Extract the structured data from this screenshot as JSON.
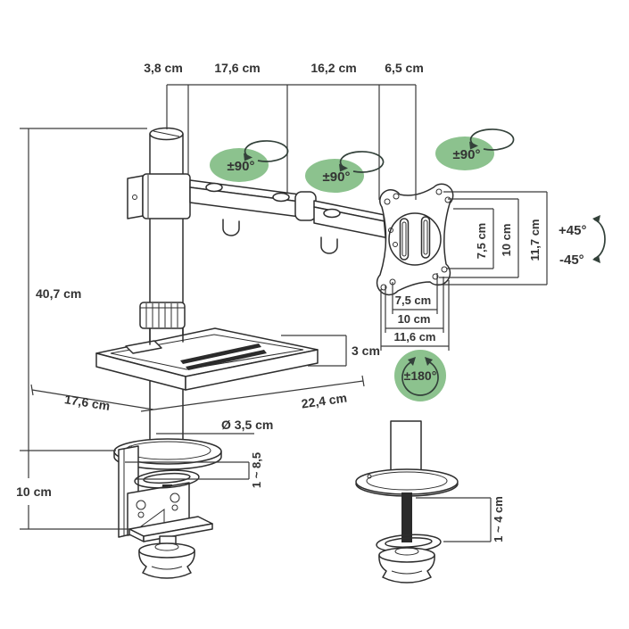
{
  "figure": {
    "background": "#ffffff",
    "line_color": "#2e2e2e",
    "dim_color": "#333333",
    "badge_green": "#8cc28e",
    "badge_ink": "#33413a"
  },
  "dims": {
    "top": {
      "d1": "3,8 cm",
      "d2": "17,6 cm",
      "d3": "16,2 cm",
      "d4": "6,5 cm"
    },
    "left": {
      "pole_height": "40,7 cm",
      "clamp_height": "10 cm"
    },
    "vesa_vertical": {
      "v1": "7,5 cm",
      "v2": "10 cm",
      "v3": "11,7 cm"
    },
    "vesa_horizontal": {
      "h1": "7,5 cm",
      "h2": "10 cm",
      "h3": "11,6 cm"
    },
    "tray": {
      "height": "3 cm",
      "depth": "17,6 cm",
      "width": "22,4 cm",
      "pole_diameter": "Ø 3,5 cm"
    },
    "clamp_range": "1 ~ 8,5",
    "grommet_range": "1 ~ 4 cm",
    "tilt_up": "+45°",
    "tilt_down": "-45°"
  },
  "badges": {
    "swivel1": "±90°",
    "swivel2": "±90°",
    "swivel3": "±90°",
    "rotate": "±180°"
  }
}
